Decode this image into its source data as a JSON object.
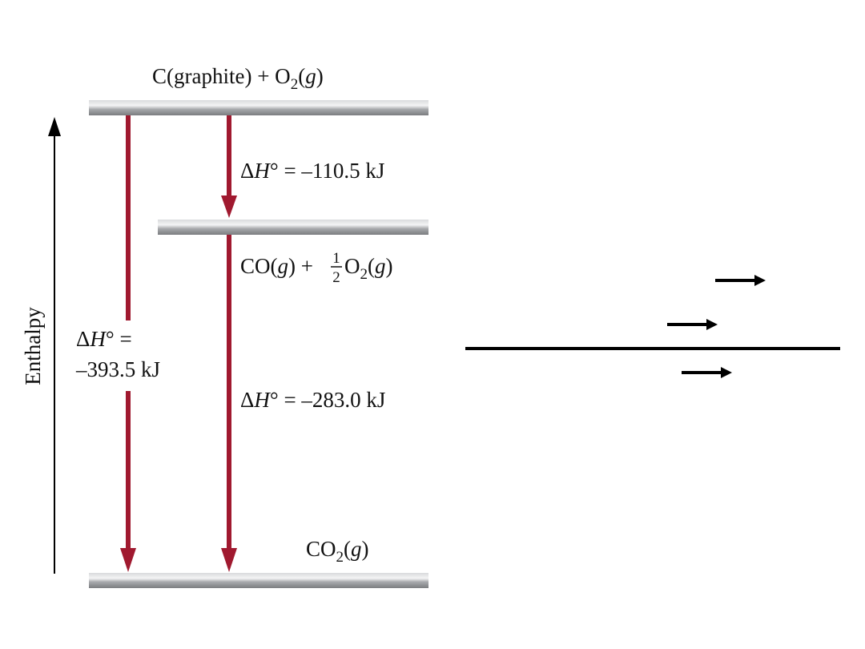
{
  "diagram": {
    "axis_label": "Enthalpy",
    "levels": {
      "top": {
        "base": "C(graphite) + O",
        "sub": "2",
        "phase": "g"
      },
      "middle": {
        "base": "CO(",
        "phase": "g",
        "plus": ") + ",
        "frac_num": "1",
        "frac_den": "2",
        "o": "O",
        "sub": "2",
        "phase2": "g"
      },
      "bottom": {
        "base": "CO",
        "sub": "2",
        "phase": "g"
      }
    },
    "transitions": {
      "first": {
        "symbol": "ΔH°",
        "value": "= –110.5 kJ"
      },
      "second": {
        "symbol": "ΔH°",
        "value": "= –283.0 kJ"
      },
      "overall": {
        "symbol": "ΔH°",
        "eq": "=",
        "value": "–393.5 kJ"
      }
    },
    "colors": {
      "arrow": "#a0192f",
      "level_bar": "#a7a9ac",
      "line": "#000000"
    }
  }
}
